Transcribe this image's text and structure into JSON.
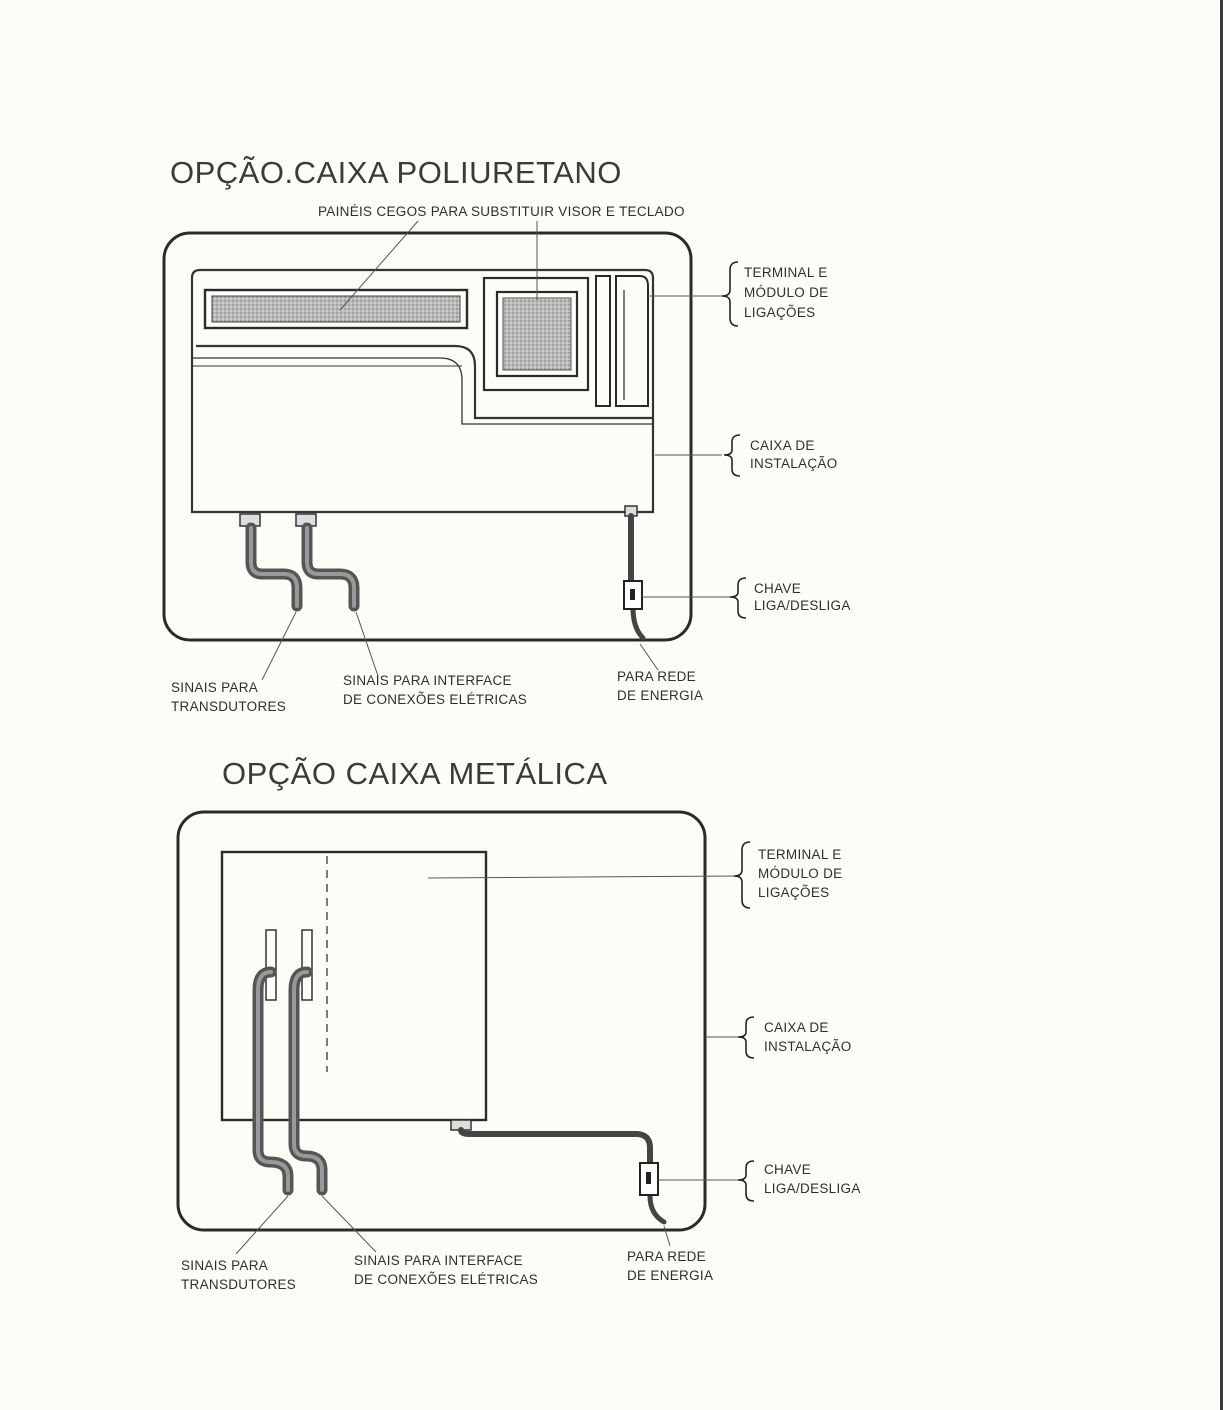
{
  "poliuretano": {
    "title": "OPÇÃO.CAIXA POLIURETANO",
    "paineis_label": "PAINÉIS CEGOS PARA SUBSTITUIR VISOR E TECLADO",
    "terminal_label": [
      "TERMINAL E",
      "MÓDULO DE",
      "LIGAÇÕES"
    ],
    "caixa_label": [
      "CAIXA DE",
      "INSTALAÇÃO"
    ],
    "chave_label": [
      "CHAVE",
      "LIGA/DESLIGA"
    ],
    "sinais_transdutores": [
      "SINAIS PARA",
      "TRANSDUTORES"
    ],
    "sinais_interface": [
      "SINAIS PARA INTERFACE",
      "DE CONEXÕES ELÉTRICAS"
    ],
    "rede_energia": [
      "PARA REDE",
      "DE ENERGIA"
    ]
  },
  "metalica": {
    "title": "OPÇÃO CAIXA METÁLICA",
    "terminal_label": [
      "TERMINAL E",
      "MÓDULO DE",
      "LIGAÇÕES"
    ],
    "caixa_label": [
      "CAIXA DE",
      "INSTALAÇÃO"
    ],
    "chave_label": [
      "CHAVE",
      "LIGA/DESLIGA"
    ],
    "sinais_transdutores": [
      "SINAIS PARA",
      "TRANSDUTORES"
    ],
    "sinais_interface": [
      "SINAIS PARA INTERFACE",
      "DE CONEXÕES ELÉTRICAS"
    ],
    "rede_energia": [
      "PARA REDE",
      "DE ENERGIA"
    ]
  }
}
